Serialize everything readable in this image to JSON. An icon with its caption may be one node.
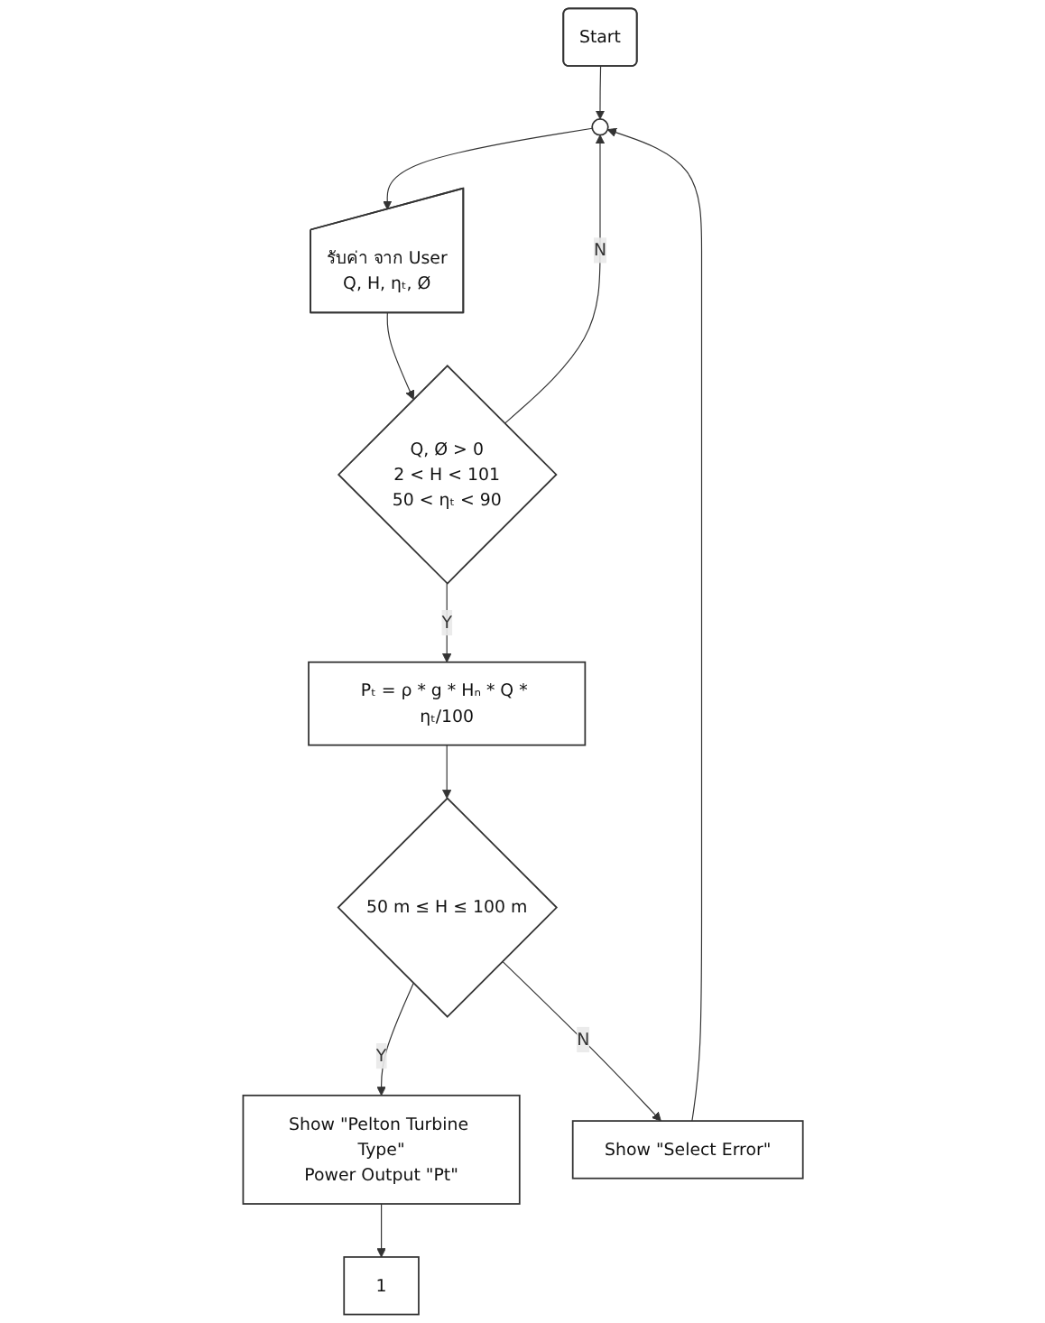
{
  "diagram": {
    "nodes": [
      {
        "text": [
          "Start"
        ]
      },
      {
        "text": [],
        "shape": "circle"
      },
      {
        "text": [
          "รับค่า จาก User",
          "Q, H, ηₜ, Ø"
        ]
      },
      {
        "text": [
          "Q, Ø > 0",
          "2 < H < 101",
          "50 < ηₜ < 90"
        ]
      },
      {
        "text": [
          "Pₜ = ρ * g * Hₙ * Q * ηₜ/100"
        ]
      },
      {
        "text": [
          "50 m ≤ H ≤ 100 m"
        ]
      },
      {
        "text": [
          "Show \"Pelton Turbine Type\"",
          "Power Output \"Pt\""
        ]
      },
      {
        "text": [
          "1"
        ]
      },
      {
        "text": [
          "Show \"Select Error\""
        ]
      }
    ],
    "edges": [
      {
        "from": 0,
        "to": 1,
        "arrow": "to"
      },
      {
        "from": 1,
        "to": 2,
        "arrow": "to"
      },
      {
        "from": 2,
        "to": 3,
        "arrow": "to"
      },
      {
        "from": 3,
        "to": 4,
        "arrow": "to",
        "label": "Y"
      },
      {
        "from": 3,
        "to": 1,
        "arrow": "to",
        "label": "N"
      },
      {
        "from": 4,
        "to": 5,
        "arrow": "to"
      },
      {
        "from": 5,
        "to": 6,
        "arrow": "to",
        "label": "Y"
      },
      {
        "from": 6,
        "to": 7,
        "arrow": "to"
      },
      {
        "from": 5,
        "to": 8,
        "arrow": "to",
        "label": "N"
      },
      {
        "from": 8,
        "to": 1,
        "arrow": "to"
      }
    ]
  }
}
